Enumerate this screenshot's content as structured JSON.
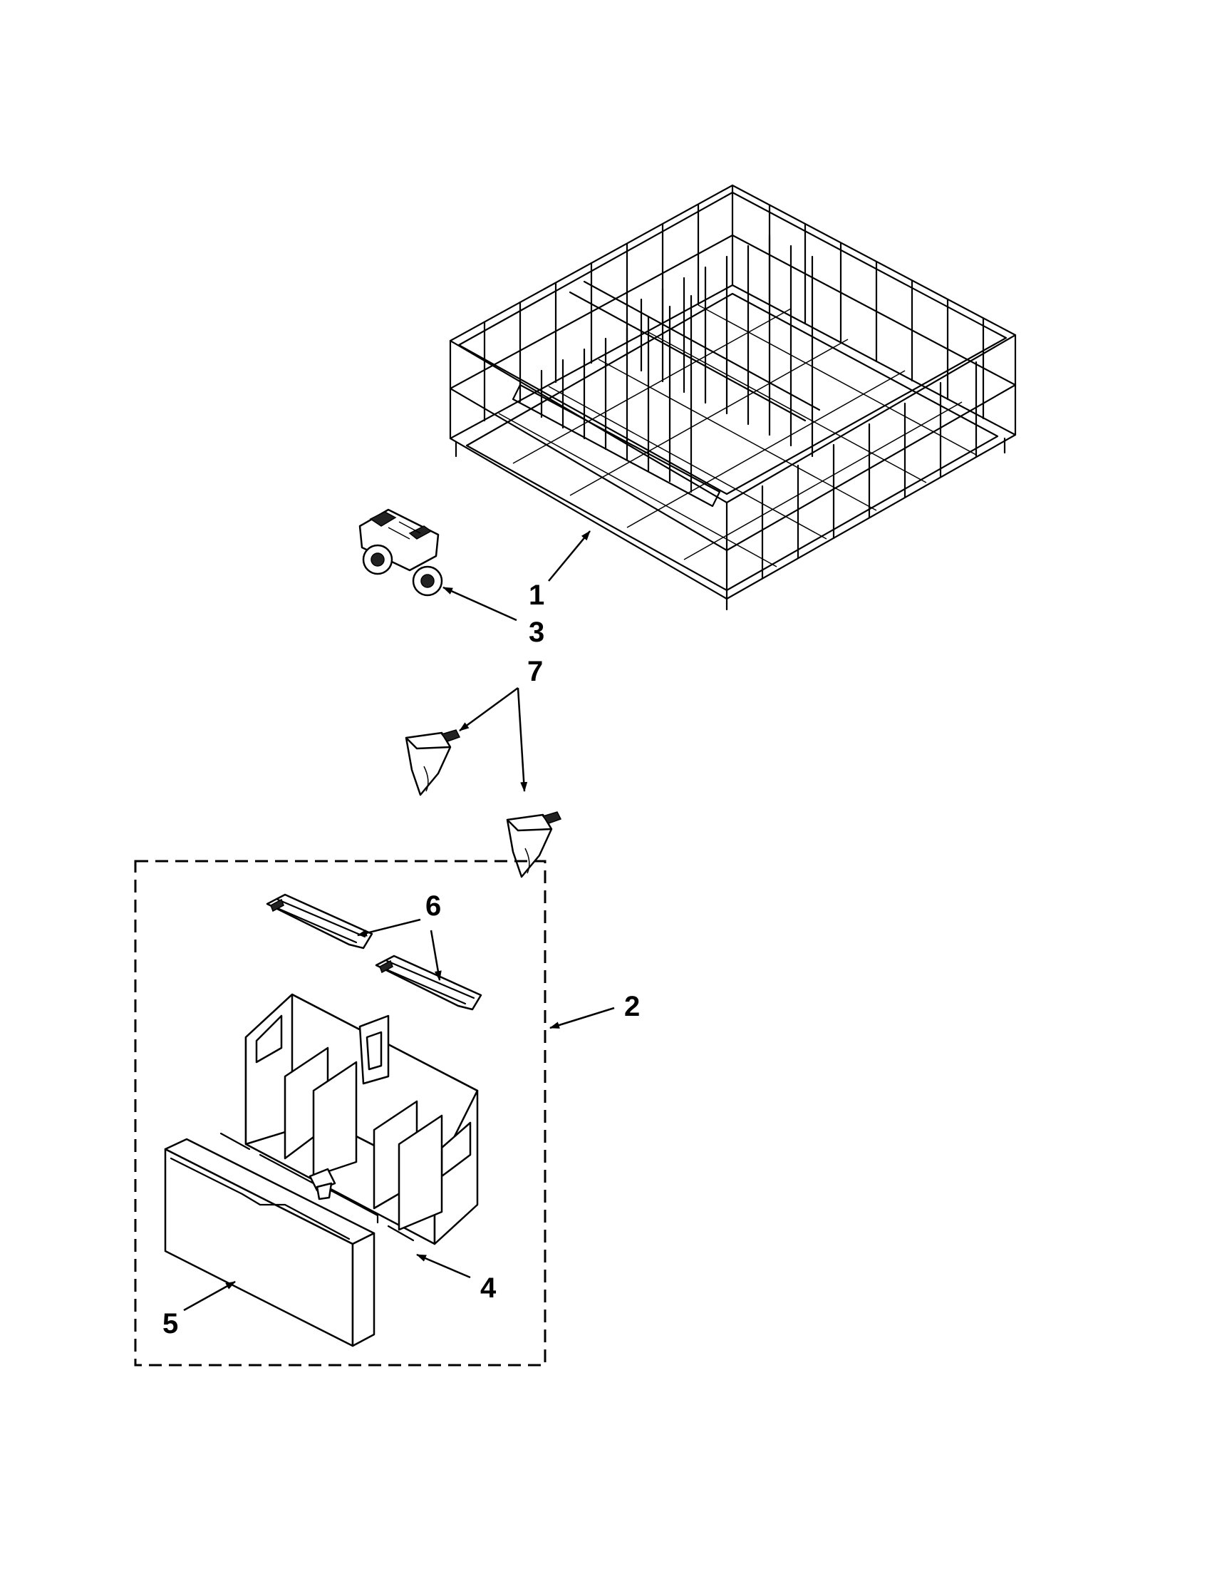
{
  "callouts": {
    "rack": "1",
    "basket_kit": "2",
    "rack_roller": "3",
    "basket_lid": "4",
    "basket_cover": "5",
    "basket_insert": "6",
    "rack_stop": "7"
  }
}
